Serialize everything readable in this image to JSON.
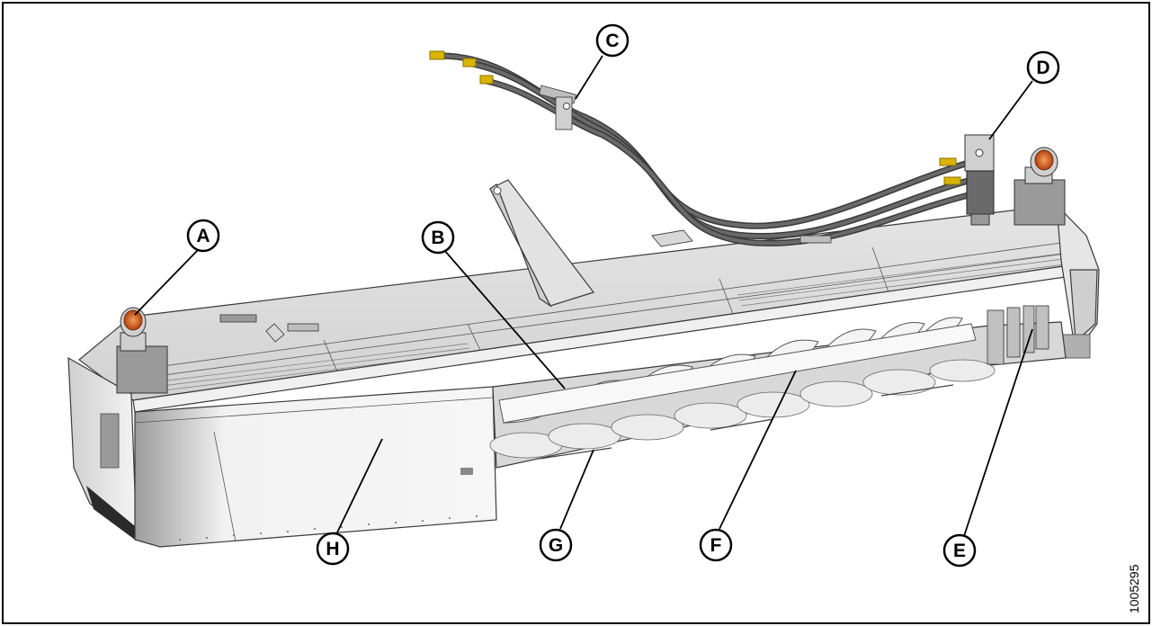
{
  "callouts": [
    {
      "id": "A",
      "label": "A"
    },
    {
      "id": "B",
      "label": "B"
    },
    {
      "id": "C",
      "label": "C"
    },
    {
      "id": "D",
      "label": "D"
    },
    {
      "id": "E",
      "label": "E"
    },
    {
      "id": "F",
      "label": "F"
    },
    {
      "id": "G",
      "label": "G"
    },
    {
      "id": "H",
      "label": "H"
    }
  ],
  "document_number": "1005295",
  "colors": {
    "border": "#000000",
    "panel": "#e8e8e8",
    "panel_dark": "#c8c8c8",
    "hose": "#5a5a5a",
    "fitting": "#d9b400",
    "lamp": "#d2601a"
  }
}
